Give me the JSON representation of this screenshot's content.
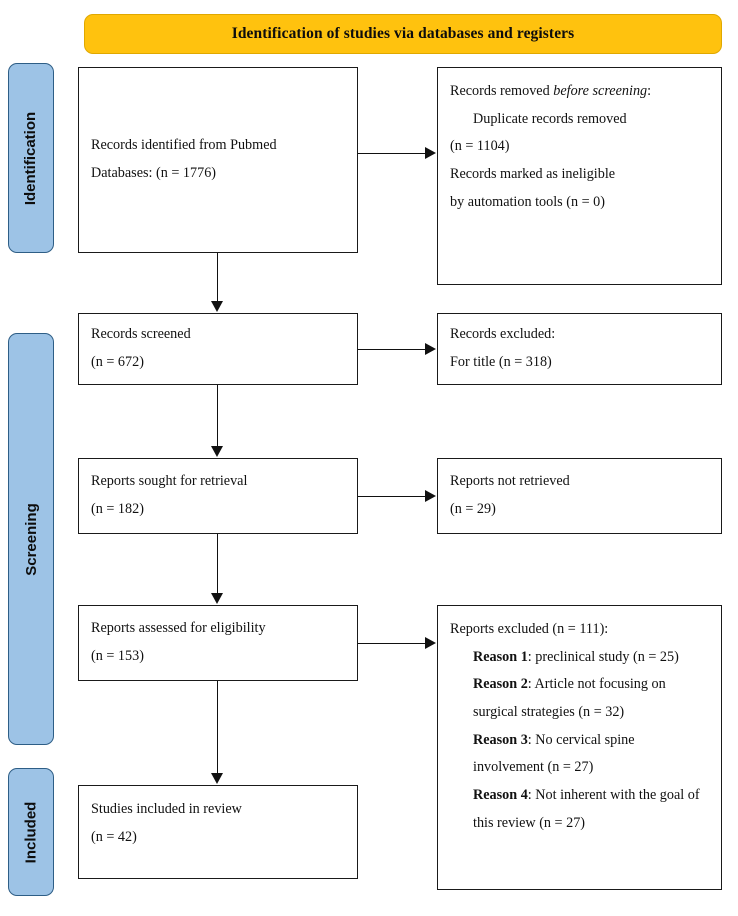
{
  "banner": {
    "title": "Identification of studies via databases and registers"
  },
  "colors": {
    "banner_fill": "#FFC20E",
    "stage_fill": "#9DC3E6",
    "stage_border": "#2E5E86",
    "box_border": "#1a1a1a",
    "text": "#111111"
  },
  "stages": [
    {
      "id": "identification",
      "label": "Identification"
    },
    {
      "id": "screening",
      "label": "Screening"
    },
    {
      "id": "included",
      "label": "Included"
    }
  ],
  "boxes": {
    "identified": {
      "line1": "Records identified from Pubmed",
      "line2": "Databases: (n = 1776)"
    },
    "removed": {
      "heading_plain": "Records removed ",
      "heading_italic": "before screening",
      "heading_tail": ":",
      "line1": "Duplicate records removed",
      "line2": "(n = 1104)",
      "line3": "Records marked as ineligible",
      "line4": "by automation tools (n = 0)"
    },
    "screened": {
      "line1": "Records screened",
      "line2": "(n = 672)"
    },
    "excluded_title": {
      "line1": "Records excluded:",
      "line2": "For title (n = 318)"
    },
    "sought": {
      "line1": "Reports sought for retrieval",
      "line2": "(n = 182)"
    },
    "not_retrieved": {
      "line1": "Reports not retrieved",
      "line2": "(n = 29)"
    },
    "assessed": {
      "line1": "Reports assessed for eligibility",
      "line2": "(n = 153)"
    },
    "excluded_reasons": {
      "heading": "Reports excluded (n = 111):",
      "reason1_label": "Reason 1",
      "reason1_text": ": preclinical study (n = 25)",
      "reason2_label": "Reason 2",
      "reason2_text": ": Article not focusing on surgical strategies (n = 32)",
      "reason3_label": "Reason 3",
      "reason3_text": ": No cervical spine involvement (n = 27)",
      "reason4_label": "Reason 4",
      "reason4_text": ": Not inherent with the goal of this review (n = 27)"
    },
    "included": {
      "line1": "Studies included in review",
      "line2": "(n = 42)"
    }
  },
  "chart_data": {
    "type": "diagram",
    "title": "PRISMA flow diagram",
    "nodes": [
      {
        "id": "identified",
        "stage": "Identification",
        "label": "Records identified from Pubmed Databases",
        "n": 1776
      },
      {
        "id": "removed",
        "stage": "Identification",
        "label": "Records removed before screening",
        "duplicates_n": 1104,
        "automation_ineligible_n": 0
      },
      {
        "id": "screened",
        "stage": "Screening",
        "label": "Records screened",
        "n": 672
      },
      {
        "id": "excluded_title",
        "stage": "Screening",
        "label": "Records excluded: For title",
        "n": 318
      },
      {
        "id": "sought",
        "stage": "Screening",
        "label": "Reports sought for retrieval",
        "n": 182
      },
      {
        "id": "not_retrieved",
        "stage": "Screening",
        "label": "Reports not retrieved",
        "n": 29
      },
      {
        "id": "assessed",
        "stage": "Screening",
        "label": "Reports assessed for eligibility",
        "n": 153
      },
      {
        "id": "excluded_reasons",
        "stage": "Screening",
        "label": "Reports excluded",
        "n": 111,
        "reasons": [
          {
            "label": "Reason 1",
            "text": "preclinical study",
            "n": 25
          },
          {
            "label": "Reason 2",
            "text": "Article not focusing on surgical strategies",
            "n": 32
          },
          {
            "label": "Reason 3",
            "text": "No cervical spine involvement",
            "n": 27
          },
          {
            "label": "Reason 4",
            "text": "Not inherent with the goal of this review",
            "n": 27
          }
        ]
      },
      {
        "id": "included",
        "stage": "Included",
        "label": "Studies included in review",
        "n": 42
      }
    ],
    "edges": [
      {
        "from": "identified",
        "to": "removed",
        "direction": "right"
      },
      {
        "from": "identified",
        "to": "screened",
        "direction": "down"
      },
      {
        "from": "screened",
        "to": "excluded_title",
        "direction": "right"
      },
      {
        "from": "screened",
        "to": "sought",
        "direction": "down"
      },
      {
        "from": "sought",
        "to": "not_retrieved",
        "direction": "right"
      },
      {
        "from": "sought",
        "to": "assessed",
        "direction": "down"
      },
      {
        "from": "assessed",
        "to": "excluded_reasons",
        "direction": "right"
      },
      {
        "from": "assessed",
        "to": "included",
        "direction": "down"
      }
    ]
  }
}
